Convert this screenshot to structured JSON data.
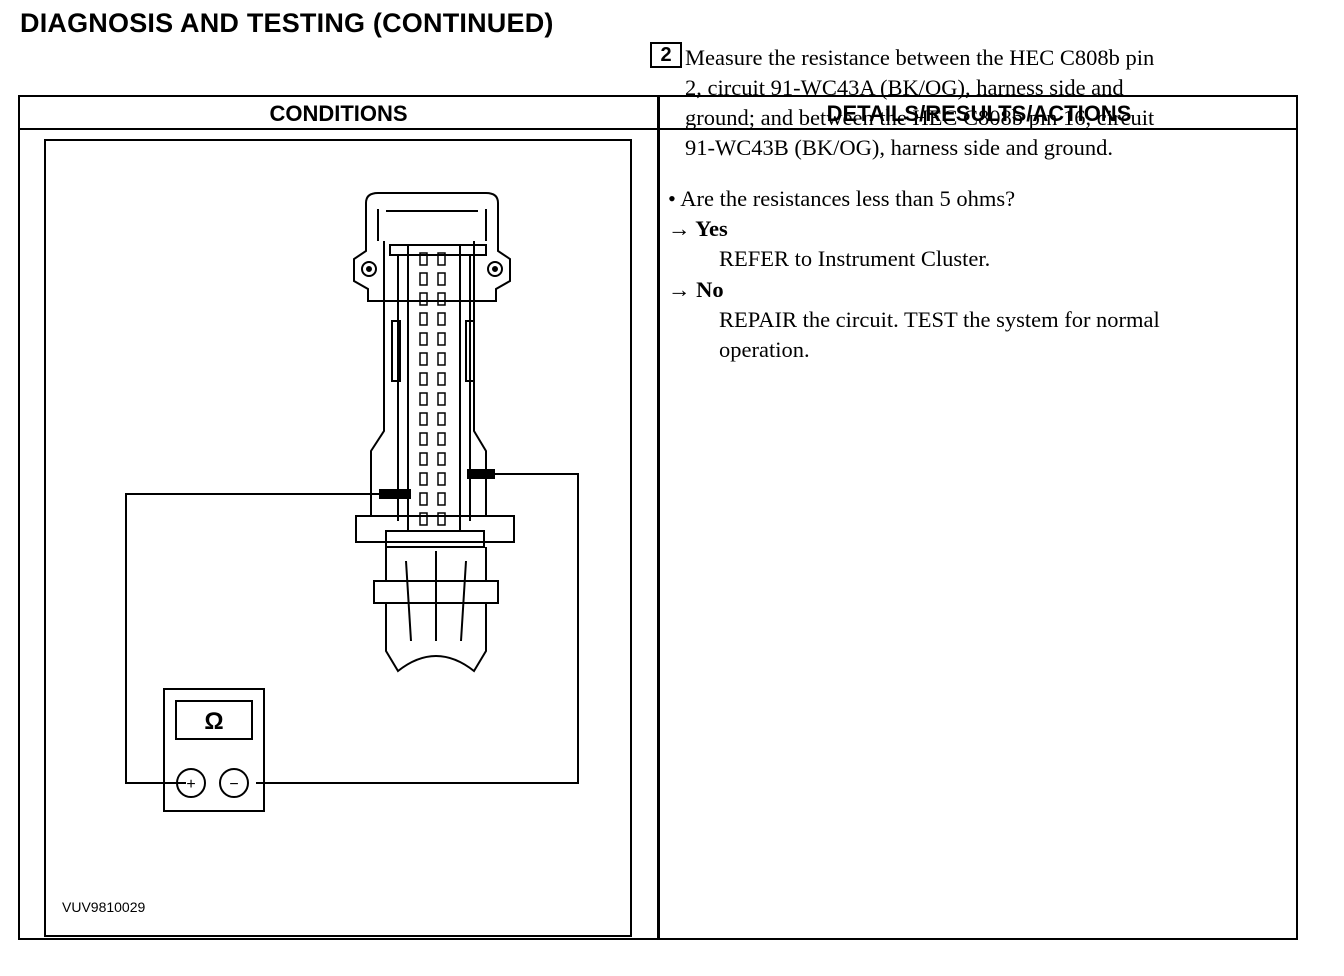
{
  "page": {
    "title": "DIAGNOSIS AND TESTING (CONTINUED)"
  },
  "table": {
    "col_conditions": "CONDITIONS",
    "col_details": "DETAILS/RESULTS/ACTIONS"
  },
  "figure": {
    "id": "VUV9810029",
    "meter_symbol": "Ω",
    "plus": "+",
    "minus": "−"
  },
  "step": {
    "number": "2",
    "measure_lines": [
      "Measure the resistance between the HEC C808b pin",
      "2, circuit 91-WC43A (BK/OG), harness side and",
      "ground; and between the HEC C808b pin 16, circuit",
      "91-WC43B (BK/OG), harness side and ground."
    ],
    "question": "• Are the resistances less than 5 ohms?",
    "yes_label": "→ Yes",
    "yes_action": "REFER to Instrument Cluster.",
    "no_label": "→ No",
    "no_action_lines": [
      "REPAIR the circuit. TEST the system for normal",
      "operation."
    ]
  }
}
